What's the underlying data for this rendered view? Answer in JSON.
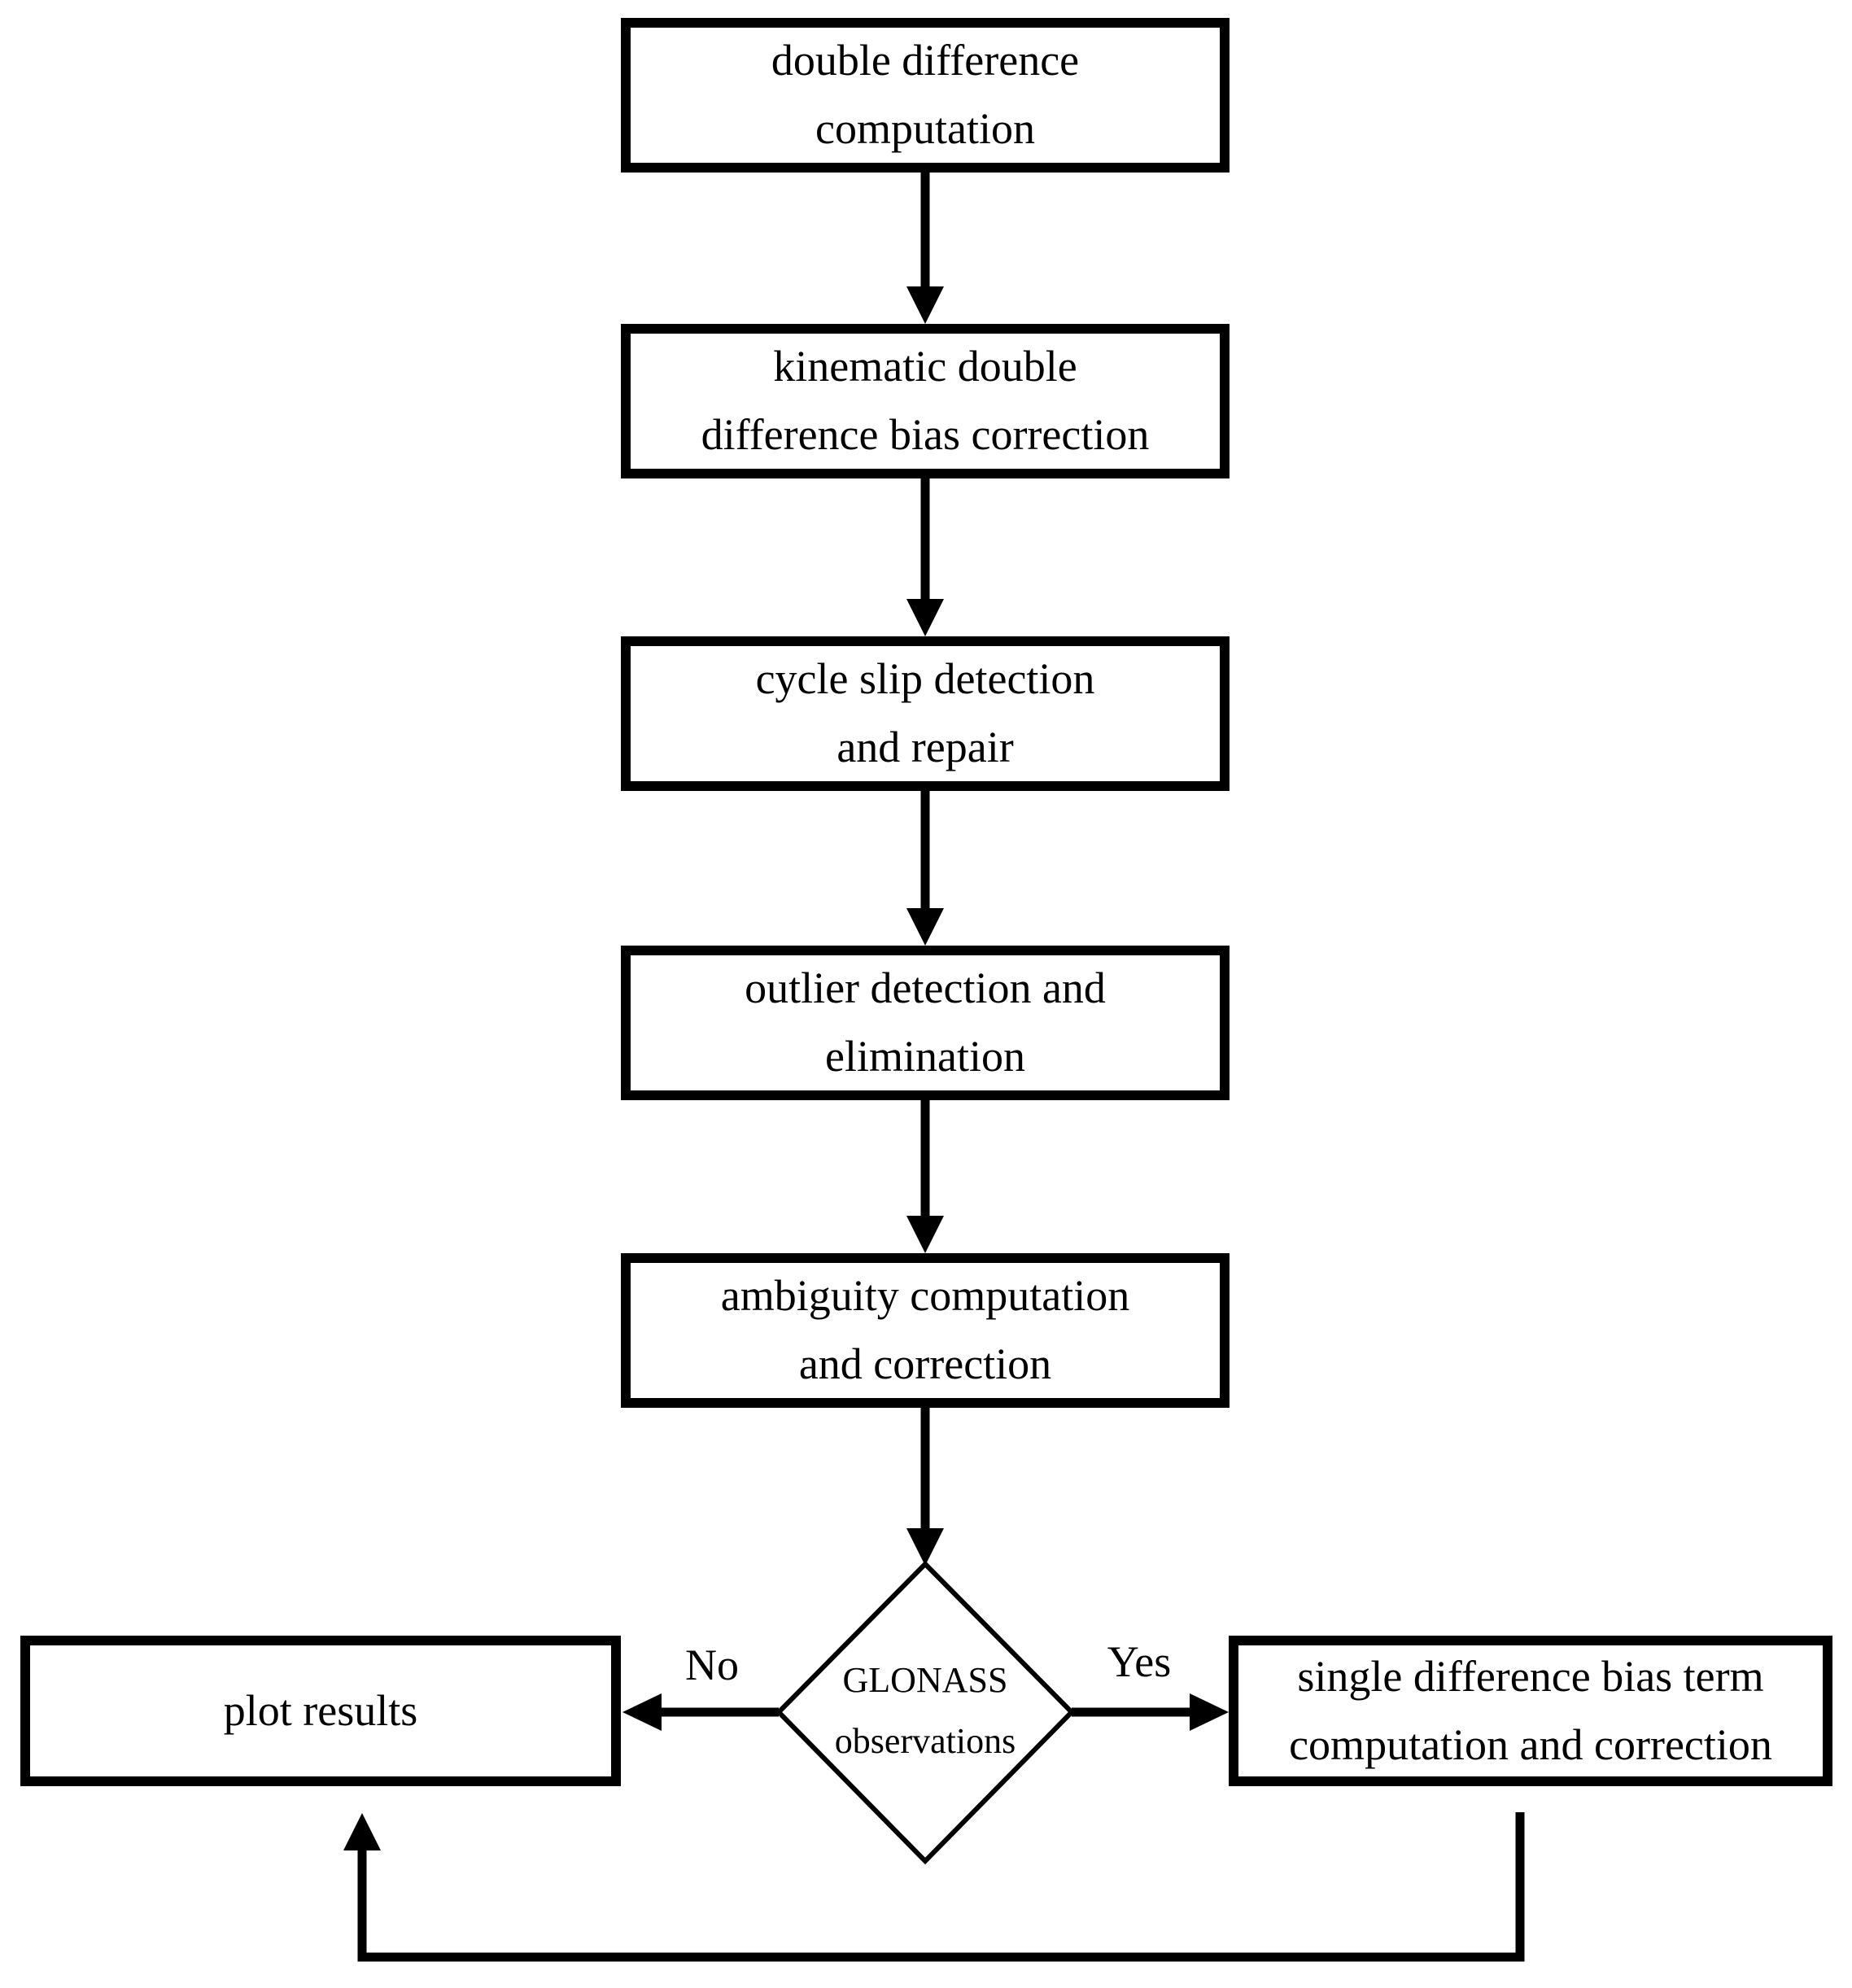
{
  "flowchart": {
    "colors": {
      "background": "#ffffff",
      "stroke": "#000000",
      "node_fill": "#ffffff",
      "text": "#000000"
    },
    "process_nodes": [
      {
        "lines": [
          "double difference",
          "computation"
        ]
      },
      {
        "lines": [
          "kinematic double",
          "difference bias correction"
        ]
      },
      {
        "lines": [
          "cycle slip detection",
          "and repair"
        ]
      },
      {
        "lines": [
          "outlier detection and",
          "elimination"
        ]
      },
      {
        "lines": [
          "ambiguity computation",
          "and correction"
        ]
      }
    ],
    "decision_node": {
      "lines": [
        "GLONASS",
        "observations"
      ]
    },
    "plot_node": {
      "label": "plot results"
    },
    "single_difference_node": {
      "lines": [
        "single difference bias term",
        "computation and correction"
      ]
    },
    "edge_labels": {
      "no": "No",
      "yes": "Yes"
    }
  }
}
